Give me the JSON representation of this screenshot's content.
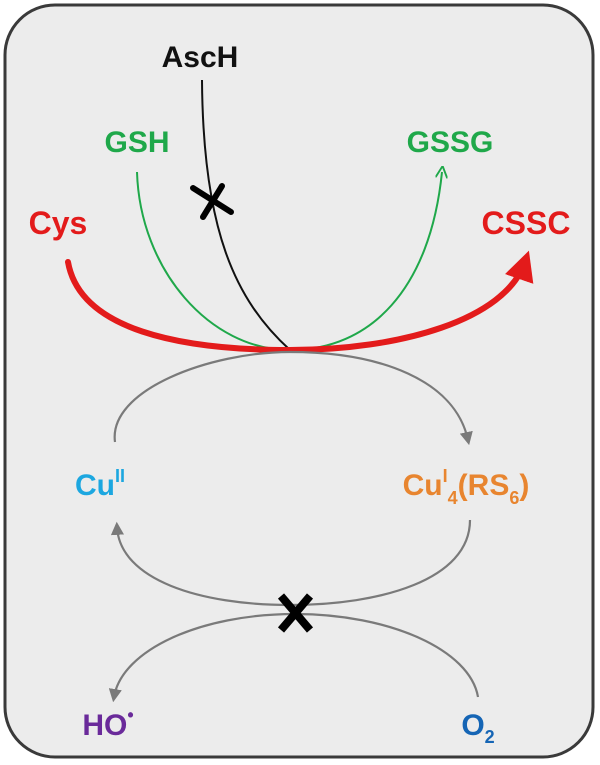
{
  "colors": {
    "background": "#ececec",
    "border": "#3a3a3a",
    "ascorbate": "#111111",
    "glutathione": "#1fa84a",
    "cysteine": "#e31b1b",
    "copper_ii": "#1ca7e0",
    "copper_i": "#e8852f",
    "hydroxyl": "#6a2a9a",
    "oxygen": "#1565b5",
    "cycle_arrow": "#7a7a7a",
    "block_mark": "#000000"
  },
  "labels": {
    "asch": "AscH",
    "gsh": "GSH",
    "gssg": "GSSG",
    "cys": "Cys",
    "cssc": "CSSC",
    "cu_ii": {
      "base": "Cu",
      "sup": "II"
    },
    "cu_i": {
      "base": "Cu",
      "sup": "I",
      "sub1": "4",
      "mid": "(RS",
      "sub2": "6",
      "end": ")"
    },
    "ho": {
      "base": "HO",
      "sup": "•"
    },
    "o2": {
      "base": "O",
      "sub": "2"
    }
  },
  "icons": {
    "asch_block": "cross-mark-icon",
    "o2_block": "cross-mark-icon"
  }
}
